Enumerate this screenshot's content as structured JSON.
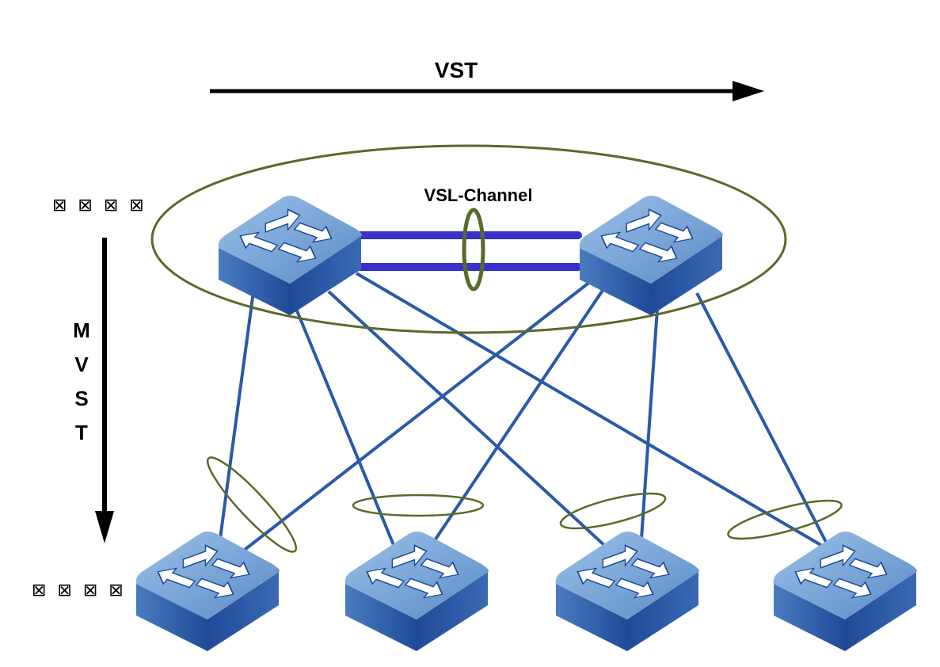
{
  "labels": {
    "vst": "VST",
    "vsl_channel": "VSL-Channel",
    "mvst_letters": [
      "M",
      "V",
      "S",
      "T"
    ],
    "top_tier": "⊠⊠⊠⊠",
    "bottom_tier": "⊠⊠⊠⊠"
  },
  "colors": {
    "link": "#2a5aa8",
    "vsl_link": "#3a30cc",
    "ellipse": "#5a6a2a",
    "switch_top": "#7aa4d6",
    "switch_side": "#2c5da8"
  }
}
